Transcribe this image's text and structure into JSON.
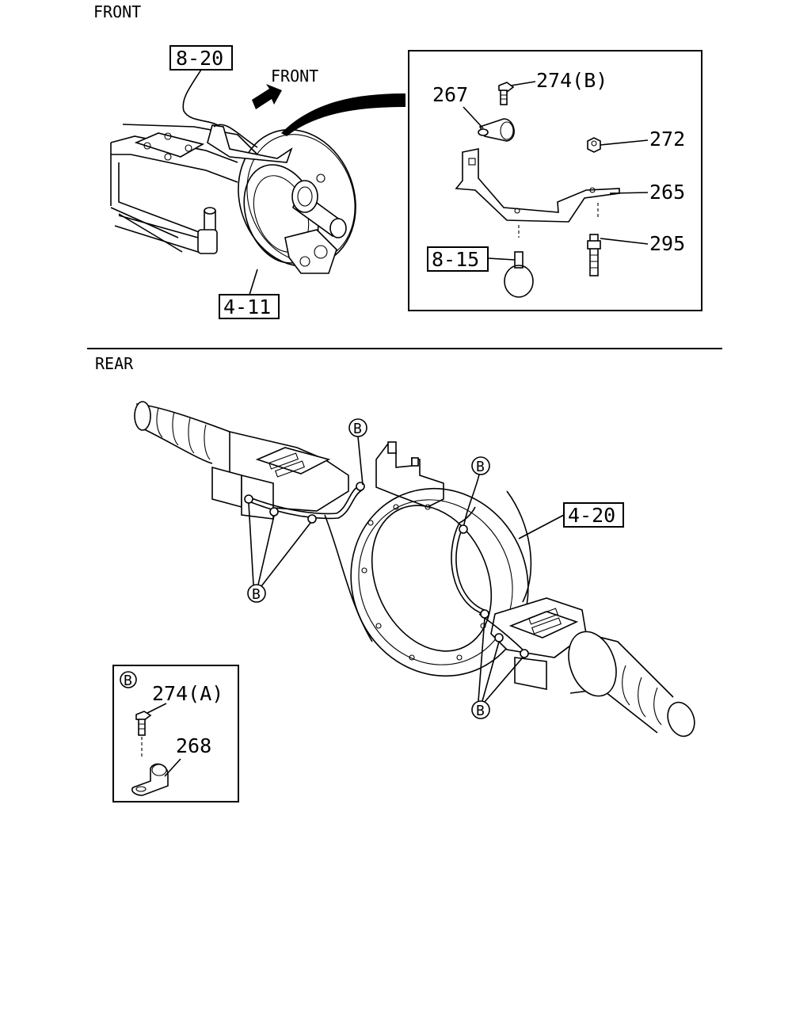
{
  "sections": {
    "front": "FRONT",
    "rear": "REAR"
  },
  "front_arrow_label": "FRONT",
  "refs": {
    "r820": "8-20",
    "r411": "4-11",
    "r815": "8-15",
    "r420": "4-20"
  },
  "parts": {
    "p274b": "274(B)",
    "p267": "267",
    "p272": "272",
    "p265": "265",
    "p295": "295",
    "p274a": "274(A)",
    "p268": "268"
  },
  "callout_letter": "B"
}
